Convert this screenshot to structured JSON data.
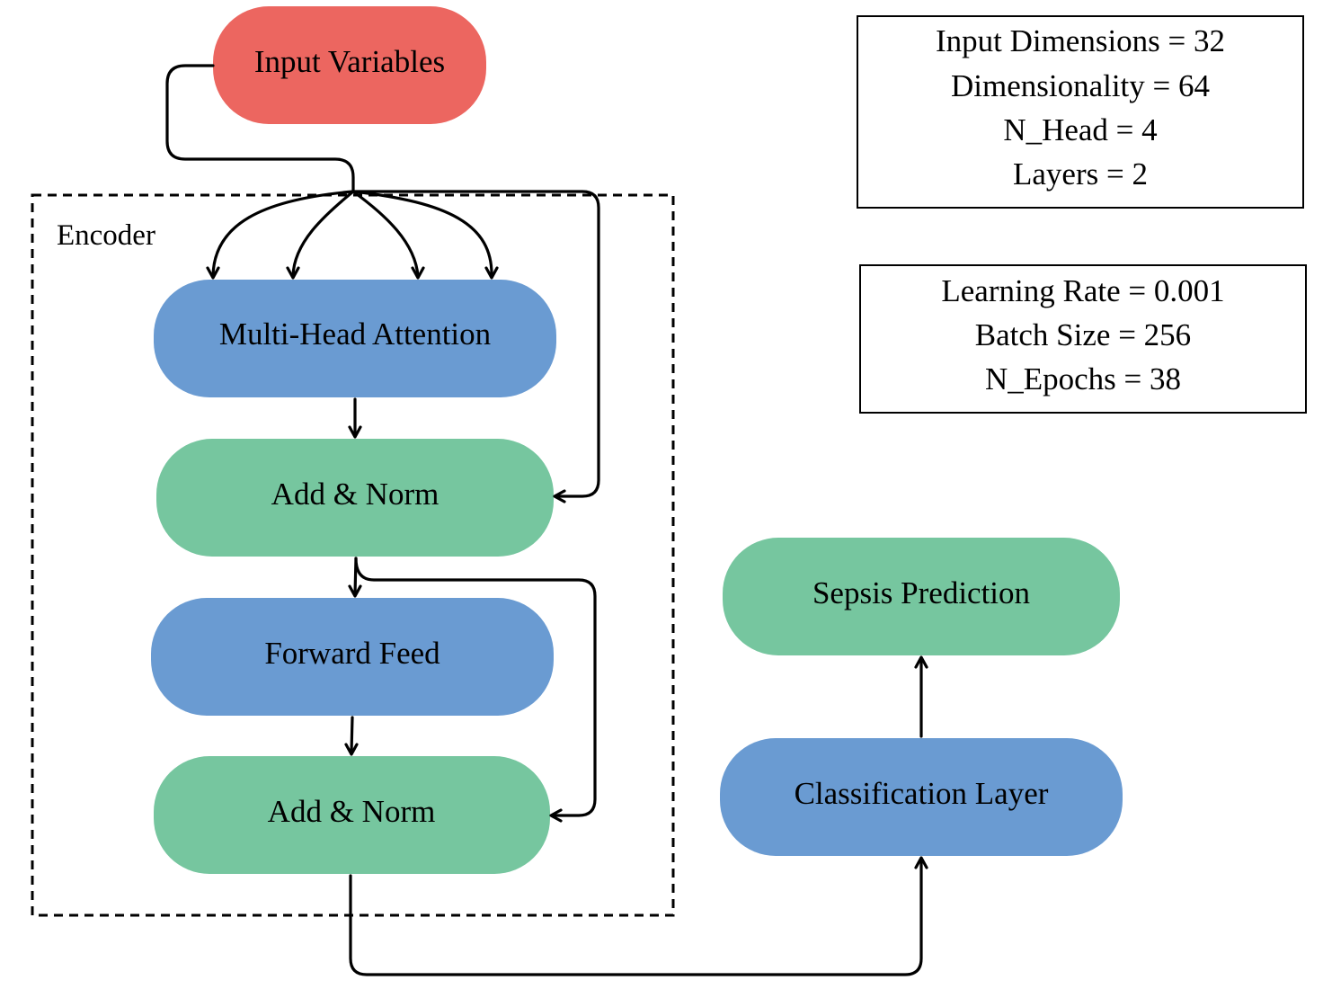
{
  "colors": {
    "input": "#ec6660",
    "blue": "#6a9bd2",
    "green": "#76c69f",
    "line": "#000000",
    "box_border": "#000000"
  },
  "nodes": {
    "input": "Input Variables",
    "mha": "Multi-Head Attention",
    "addnorm1": "Add & Norm",
    "ff": "Forward Feed",
    "addnorm2": "Add & Norm",
    "cls": "Classification Layer",
    "sepsis": "Sepsis Prediction"
  },
  "encoder": {
    "label": "Encoder"
  },
  "params_model": [
    "Input Dimensions = 32",
    "Dimensionality = 64",
    "N_Head = 4",
    "Layers = 2"
  ],
  "params_training": [
    "Learning Rate = 0.001",
    "Batch Size = 256",
    "N_Epochs = 38"
  ]
}
